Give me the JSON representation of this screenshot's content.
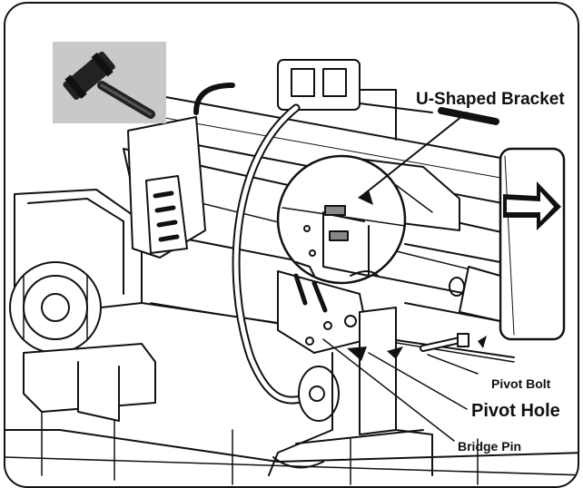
{
  "labels": {
    "u_shaped_bracket": "U-Shaped Bracket",
    "pivot_bolt": "Pivot Bolt",
    "pivot_hole": "Pivot Hole",
    "bridge_pin": "Bridge Pin"
  },
  "icons": {
    "tool_icon": "hammer-icon",
    "direction_arrow": "arrow-right-icon"
  },
  "colors": {
    "icon_background": "#c9c9c9",
    "line_art": "#111111",
    "outline": "#111111"
  }
}
